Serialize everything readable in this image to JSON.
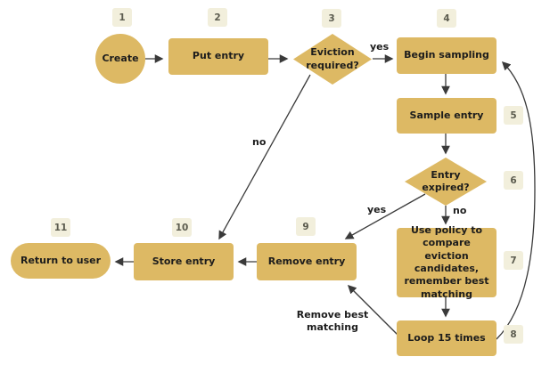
{
  "diagram": {
    "type": "flowchart",
    "background": "#ffffff",
    "colors": {
      "node_fill": "#ddb964",
      "node_text": "#1c1c1c",
      "badge_bg": "#f2efdc",
      "badge_text": "#5c5c4f",
      "edge": "#3a3a3a"
    },
    "nodes": {
      "create": {
        "badge": "1",
        "label": "Create",
        "shape": "circle"
      },
      "put_entry": {
        "badge": "2",
        "label": "Put entry",
        "shape": "rect"
      },
      "eviction_required": {
        "badge": "3",
        "label": "Eviction required?",
        "shape": "diamond"
      },
      "begin_sampling": {
        "badge": "4",
        "label": "Begin sampling",
        "shape": "rect"
      },
      "sample_entry": {
        "badge": "5",
        "label": "Sample entry",
        "shape": "rect"
      },
      "entry_expired": {
        "badge": "6",
        "label": "Entry expired?",
        "shape": "diamond"
      },
      "use_policy": {
        "badge": "7",
        "label": "Use policy to compare eviction candidates, remember best matching",
        "shape": "rect"
      },
      "loop": {
        "badge": "8",
        "label": "Loop 15 times",
        "shape": "rect"
      },
      "remove_entry": {
        "badge": "9",
        "label": "Remove entry",
        "shape": "rect"
      },
      "store_entry": {
        "badge": "10",
        "label": "Store entry",
        "shape": "rect"
      },
      "return_to_user": {
        "badge": "11",
        "label": "Return to user",
        "shape": "pill"
      }
    },
    "edges": [
      {
        "from": "create",
        "to": "put_entry",
        "label": ""
      },
      {
        "from": "put_entry",
        "to": "eviction_required",
        "label": ""
      },
      {
        "from": "eviction_required",
        "to": "begin_sampling",
        "label": "yes"
      },
      {
        "from": "eviction_required",
        "to": "store_entry",
        "label": "no"
      },
      {
        "from": "begin_sampling",
        "to": "sample_entry",
        "label": ""
      },
      {
        "from": "sample_entry",
        "to": "entry_expired",
        "label": ""
      },
      {
        "from": "entry_expired",
        "to": "remove_entry",
        "label": "yes"
      },
      {
        "from": "entry_expired",
        "to": "use_policy",
        "label": "no"
      },
      {
        "from": "use_policy",
        "to": "loop",
        "label": ""
      },
      {
        "from": "loop",
        "to": "begin_sampling",
        "label": ""
      },
      {
        "from": "loop",
        "to": "remove_entry",
        "label": "Remove best matching"
      },
      {
        "from": "remove_entry",
        "to": "store_entry",
        "label": ""
      },
      {
        "from": "store_entry",
        "to": "return_to_user",
        "label": ""
      }
    ],
    "edge_labels": {
      "eviction_yes": "yes",
      "eviction_no": "no",
      "expired_yes": "yes",
      "expired_no": "no",
      "loop_remove": "Remove best matching"
    }
  }
}
